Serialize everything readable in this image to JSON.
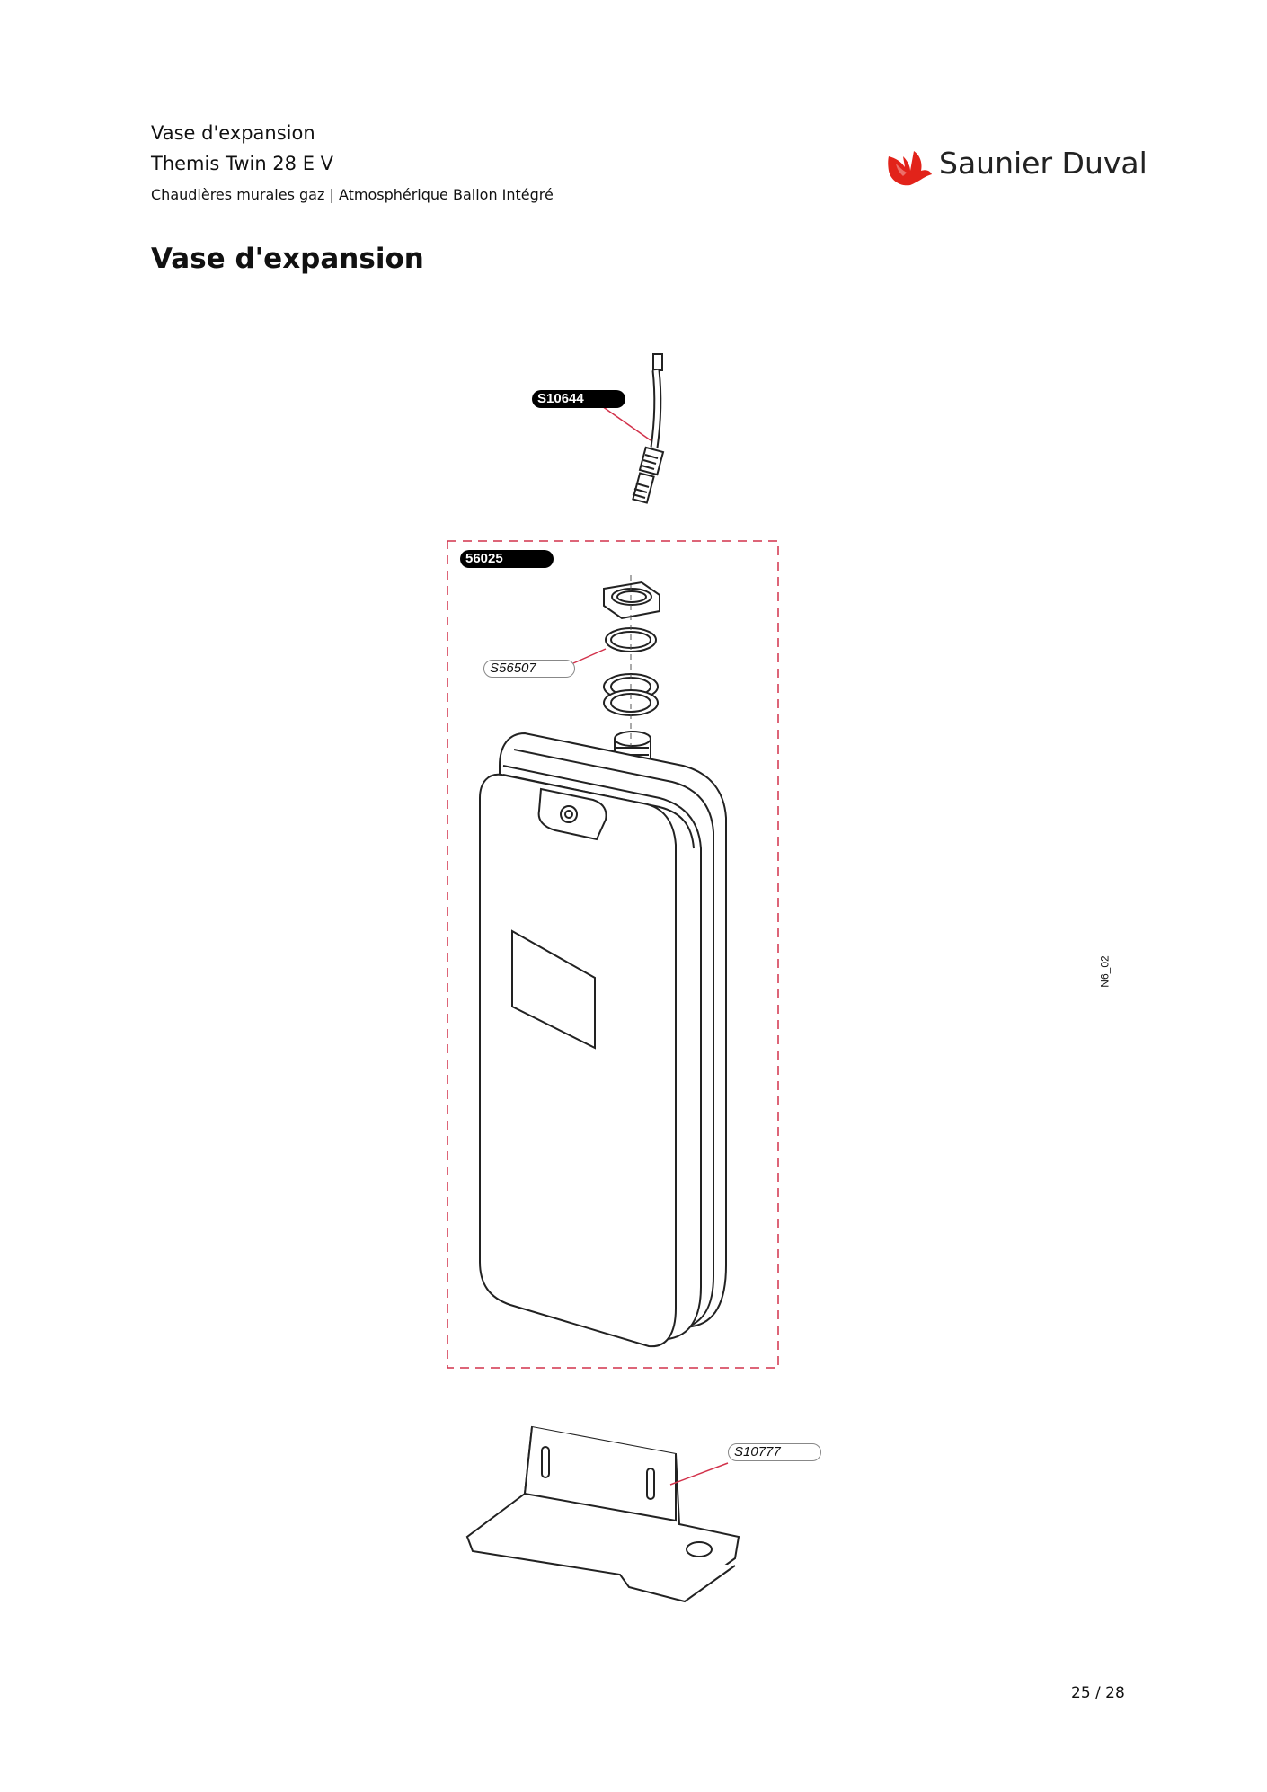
{
  "header": {
    "line1": "Vase d'expansion",
    "line2": "Themis Twin 28 E V",
    "line3": "Chaudières murales gaz | Atmosphérique Ballon Intégré"
  },
  "brand": {
    "name": "Saunier Duval",
    "color": "#e2231a",
    "icon": "bird-logo-icon"
  },
  "title": "Vase d'expansion",
  "diagram": {
    "parts": [
      "S10644",
      "56025",
      "S56507",
      "S10777"
    ],
    "reference": "N6_02",
    "accent_color": "#d2324b"
  },
  "footer": {
    "page": "25 / 28"
  }
}
